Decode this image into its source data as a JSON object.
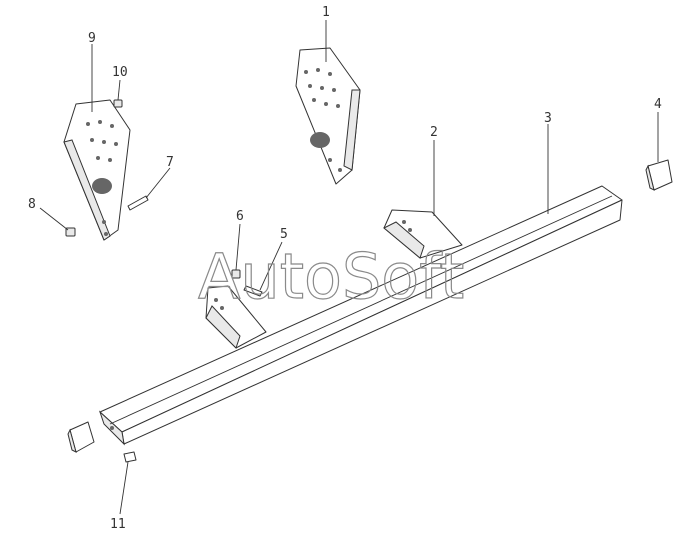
{
  "diagram": {
    "watermark": "AutoSoft",
    "callouts": [
      "1",
      "2",
      "3",
      "4",
      "5",
      "6",
      "7",
      "8",
      "9",
      "10",
      "11"
    ]
  }
}
